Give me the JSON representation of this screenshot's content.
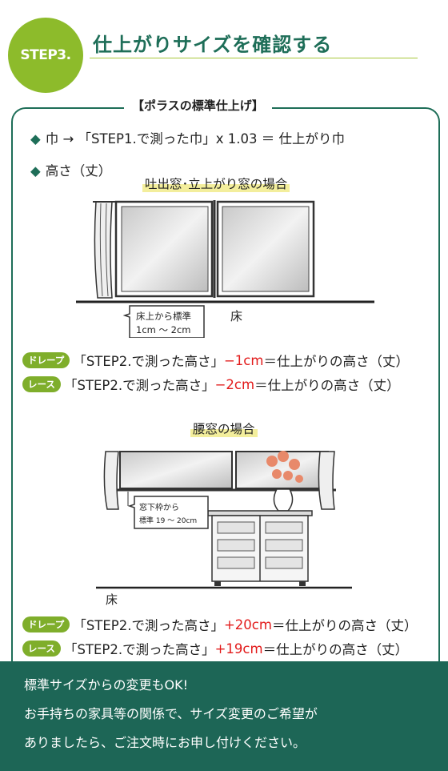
{
  "header": {
    "step_label": "STEP3.",
    "title": "仕上がりサイズを確認する"
  },
  "section": {
    "label": "【ポラスの標準仕上げ】"
  },
  "width_rule": {
    "prefix": "巾 →",
    "text": "「STEP1.で測った巾」x 1.03 ＝ 仕上がり巾"
  },
  "height_heading": "高さ（丈）",
  "tall_window": {
    "caption": "吐出窓･立上がり窓の場合",
    "callout_line1": "床上から標準",
    "callout_line2": "1cm 〜 2cm",
    "floor_label": "床",
    "rows": [
      {
        "tag": "ドレープ",
        "before": "「STEP2.で測った高さ」",
        "value": "−1cm",
        "after": "＝仕上がりの高さ（丈）"
      },
      {
        "tag": "レース",
        "before": "「STEP2.で測った高さ」",
        "value": "−2cm",
        "after": "＝仕上がりの高さ（丈）"
      }
    ]
  },
  "waist_window": {
    "caption": "腰窓の場合",
    "callout_line1": "窓下枠から",
    "callout_line2": "標準 19 〜 20cm",
    "floor_label": "床",
    "rows": [
      {
        "tag": "ドレープ",
        "before": "「STEP2.で測った高さ」",
        "value": "+20cm",
        "after": "＝仕上がりの高さ（丈）"
      },
      {
        "tag": "レース",
        "before": "「STEP2.で測った高さ」",
        "value": "+19cm",
        "after": "＝仕上がりの高さ（丈）"
      }
    ]
  },
  "footer": {
    "line1": "標準サイズからの変更もOK!",
    "line2": "お手持ちの家具等の関係で、サイズ変更のご希望が",
    "line3": "ありましたら、ご注文時にお申し付けください。"
  }
}
